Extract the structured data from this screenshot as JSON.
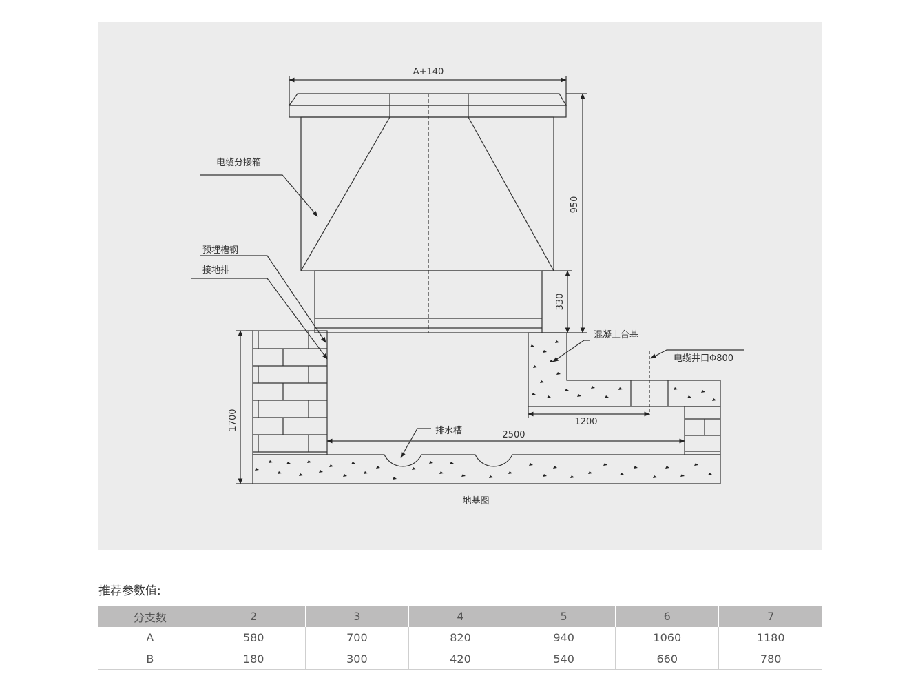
{
  "diagram": {
    "dimensions": {
      "top_width": "A+140",
      "height_box": "950",
      "height_base": "330",
      "depth_pit": "1700",
      "pit_width": "2500",
      "platform_width": "1200"
    },
    "labels": {
      "cable_box": "电缆分接箱",
      "channel_steel": "预埋槽钢",
      "ground_bar": "接地排",
      "concrete_base": "混凝土台基",
      "cable_well": "电缆井口Φ800",
      "drain": "排水槽"
    },
    "caption": "地基图"
  },
  "params": {
    "heading": "推荐参数值:",
    "header": [
      "分支数",
      "2",
      "3",
      "4",
      "5",
      "6",
      "7"
    ],
    "rows": [
      [
        "A",
        "580",
        "700",
        "820",
        "940",
        "1060",
        "1180"
      ],
      [
        "B",
        "180",
        "300",
        "420",
        "540",
        "660",
        "780"
      ]
    ]
  }
}
